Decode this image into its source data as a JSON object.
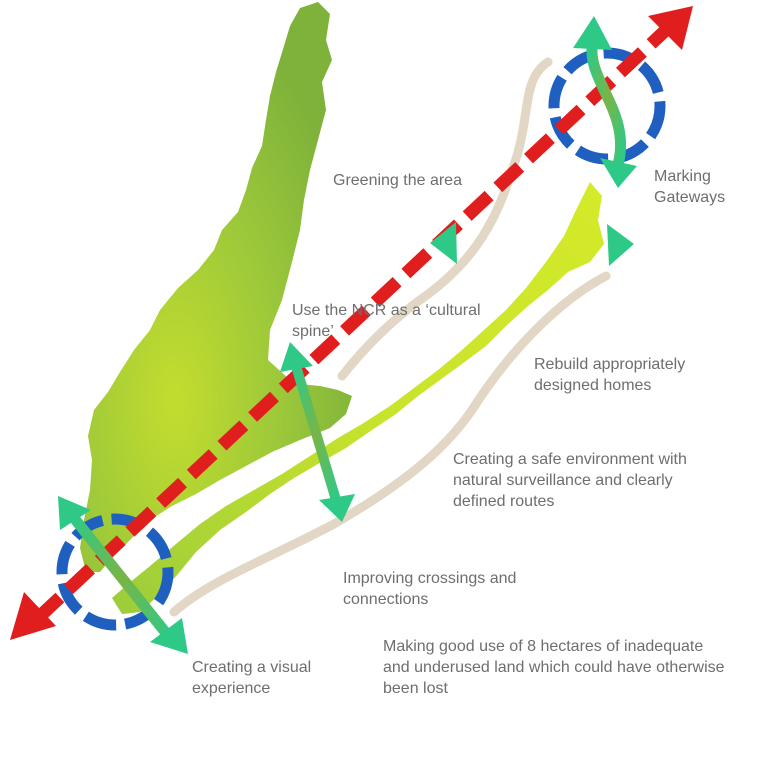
{
  "diagram": {
    "colors": {
      "dark_green_area": "#8fc23a",
      "light_green_area": "#c8e22a",
      "red_spine": "#e01e1e",
      "blue_gateway": "#1f5fc0",
      "green_arrow": "#5bc46a",
      "beige_path": "#e2d6c4",
      "label_text": "#6e6e6e"
    },
    "labels": {
      "greening": "Greening the area",
      "gateways": "Marking\nGateways",
      "cultural_spine": "Use the NCR as a ‘cultural\nspine’",
      "rebuild_homes": "Rebuild appropriately\ndesigned homes",
      "safe_environment": "Creating a safe environment with\nnatural surveillance and clearly\ndefined routes",
      "crossings": "Improving crossings and\nconnections",
      "land_use": "Making good use of 8 hectares of inadequate\nand underused land which could have otherwise\nbeen lost",
      "visual_experience": "Creating a visual\nexperience"
    },
    "icons": {
      "spine_arrow": "red-dashed-double-arrow-icon",
      "gateway_marker": "blue-dashed-circle-icon",
      "crossing_arrow": "green-double-arrow-icon"
    }
  }
}
